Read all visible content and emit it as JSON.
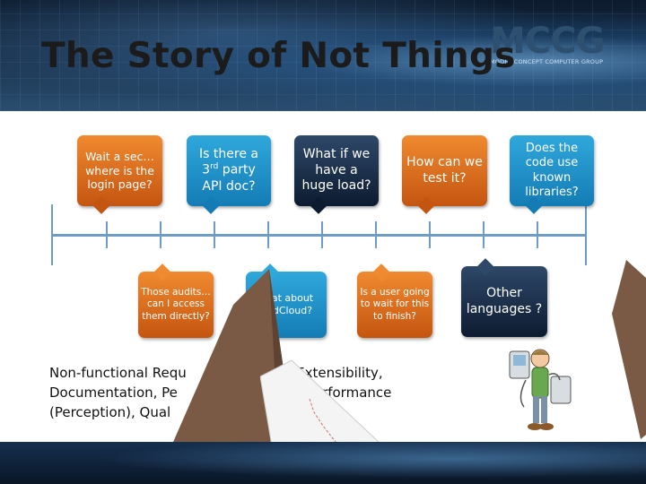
{
  "slide": {
    "title": "The Story of Not Things",
    "logo_text": "MCCG",
    "logo_subtitle": "MODEL CONCEPT COMPUTER GROUP"
  },
  "bubbles_top": [
    {
      "text": "Wait a sec…where is the login page?"
    },
    {
      "text_pre": "Is there a 3",
      "text_sup": "rd",
      "text_post": " party API doc?"
    },
    {
      "text": "What if we have a huge load?"
    },
    {
      "text": "How can we test it?"
    },
    {
      "text": "Does the code use known libraries?"
    }
  ],
  "bubbles_bottom": [
    {
      "text": "Those audits…can I access them directly?"
    },
    {
      "text": "hat about ndCloud?"
    },
    {
      "text": "Is a user going to wait for this to finish?"
    },
    {
      "text": "Other languages ?"
    }
  ],
  "requirements": {
    "line1": "Non-functional Requ",
    "line1b": "curity, Extensibility,",
    "line2": "Documentation, Pe",
    "line2b": "), Performance",
    "line3": "(Perception), Qual"
  },
  "icons": [
    "mccg-logo",
    "cartoon-tester-illustration"
  ]
}
